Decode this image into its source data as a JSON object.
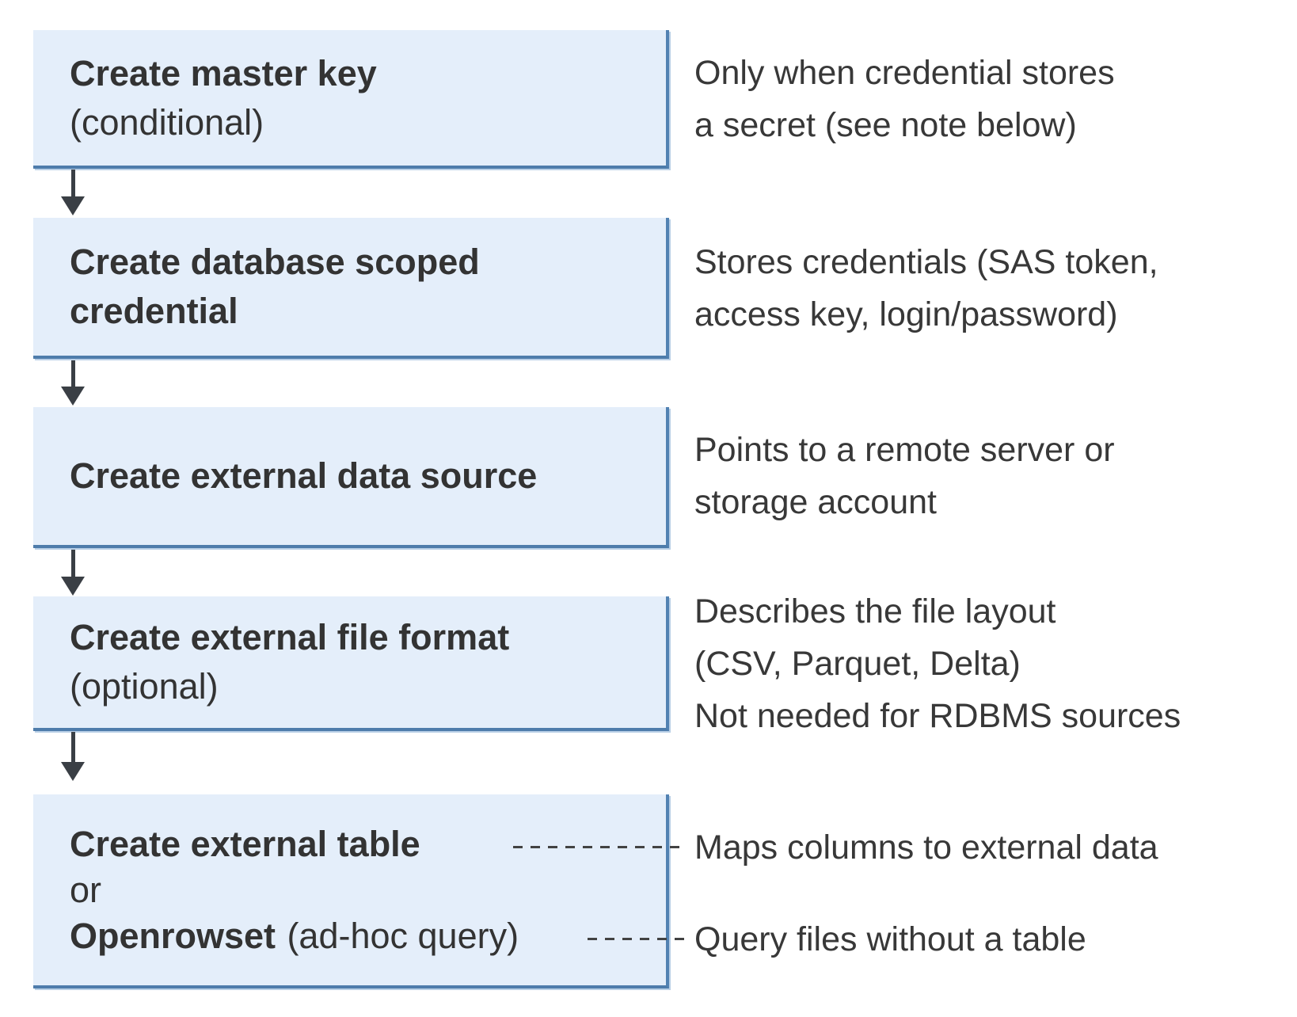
{
  "diagram": {
    "boxes": [
      {
        "id": "create-master-key",
        "title": "Create master key",
        "subtitle": "(conditional)",
        "annotation_lines": [
          "Only when credential stores",
          "a secret (see note below)"
        ]
      },
      {
        "id": "create-database-scoped-credential",
        "title_line1": "Create database scoped",
        "title_line2": "credential",
        "annotation_lines": [
          "Stores credentials (SAS token,",
          "access key, login/password)"
        ]
      },
      {
        "id": "create-external-data-source",
        "title": "Create external data source",
        "annotation_lines": [
          "Points to a remote server or",
          "storage account"
        ]
      },
      {
        "id": "create-external-file-format",
        "title": "Create external file format",
        "subtitle": "(optional)",
        "annotation_lines": [
          "Describes the file layout",
          "(CSV, Parquet, Delta)",
          "Not needed for RDBMS sources"
        ]
      },
      {
        "id": "create-external-table-or-openrowset",
        "option1_bold": "Create external table",
        "conjunction": "or",
        "option2_bold": "Openrowset",
        "option2_suffix": "(ad-hoc query)",
        "annotation_option1": "Maps columns to external data",
        "annotation_option2": "Query files without a table"
      }
    ],
    "colors": {
      "box_fill": "#e4eefa",
      "box_border": "#5282b2",
      "heading_text": "#333333",
      "annotation_text": "#383838",
      "arrow": "#3a3f45",
      "dash": "#424242"
    }
  }
}
